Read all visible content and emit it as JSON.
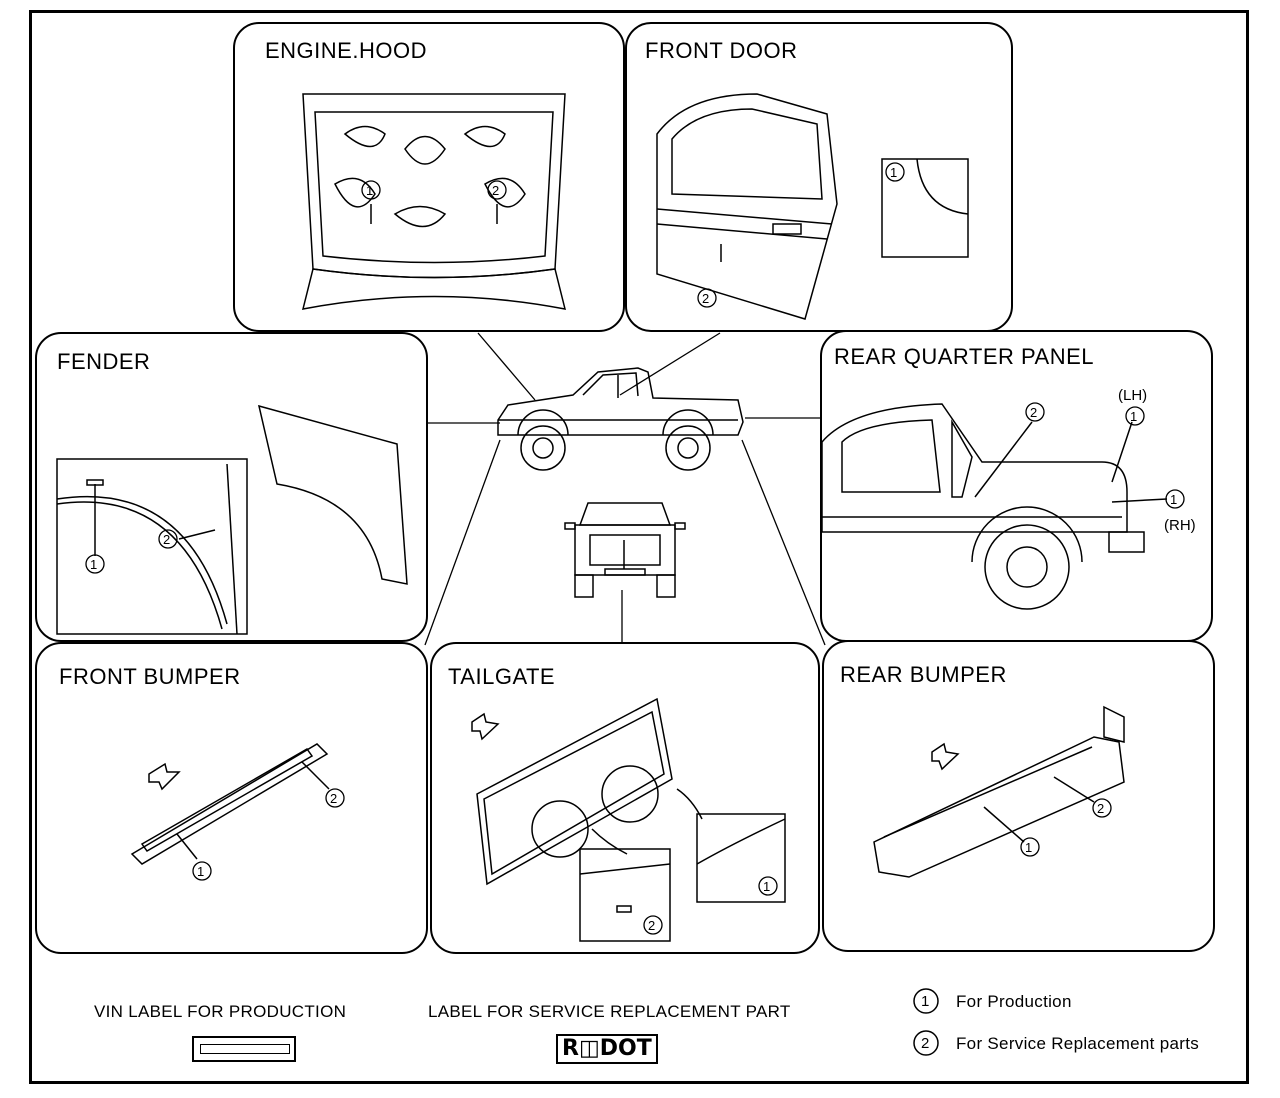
{
  "panels": {
    "engine_hood": "ENGINE.HOOD",
    "front_door": "FRONT DOOR",
    "fender": "FENDER",
    "rear_quarter_panel": "REAR QUARTER PANEL",
    "front_bumper": "FRONT BUMPER",
    "tailgate": "TAILGATE",
    "rear_bumper": "REAR BUMPER"
  },
  "markers": {
    "one": "1",
    "two": "2",
    "lh": "(LH)",
    "rh": "(RH)"
  },
  "legend": {
    "vin_label": "VIN LABEL FOR PRODUCTION",
    "service_label": "LABEL FOR SERVICE REPLACEMENT PART",
    "badge_text": "R◫DOT",
    "item1_num": "1",
    "item1_text": "For Production",
    "item2_num": "2",
    "item2_text": "For Service Replacement parts"
  }
}
